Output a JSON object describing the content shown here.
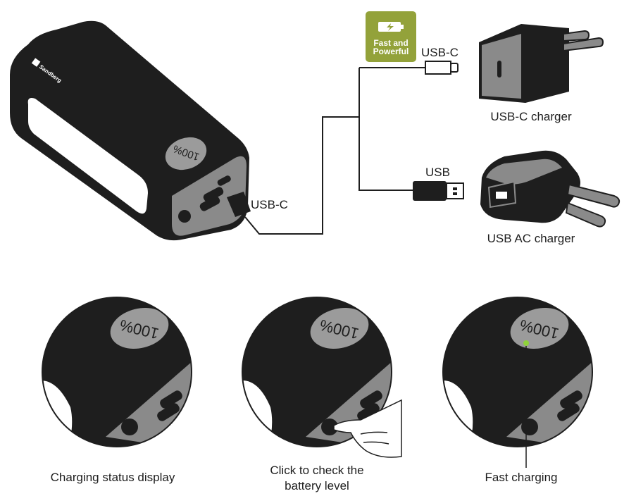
{
  "brand": {
    "logo_text": "Sandberg"
  },
  "display": {
    "readout": "100",
    "unit": "%"
  },
  "badge": {
    "line1": "Fast and",
    "line2": "Powerful",
    "color": "#93a23a",
    "icon": "battery-charging-icon"
  },
  "labels": {
    "powerbank_port": "USB-C",
    "usbc_cable": "USB-C",
    "usb_cable": "USB",
    "usbc_charger": "USB-C charger",
    "usb_ac_charger": "USB AC charger"
  },
  "details": [
    {
      "caption": "Charging status display"
    },
    {
      "caption_line1": "Click to check the",
      "caption_line2": "battery level"
    },
    {
      "caption": "Fast charging",
      "indicator_color": "#8fd33a"
    }
  ],
  "colors": {
    "device": "#1e1e1e",
    "panel": "#8c8c8c",
    "display": "#9b9b9b",
    "light_bar": "#ffffff"
  }
}
